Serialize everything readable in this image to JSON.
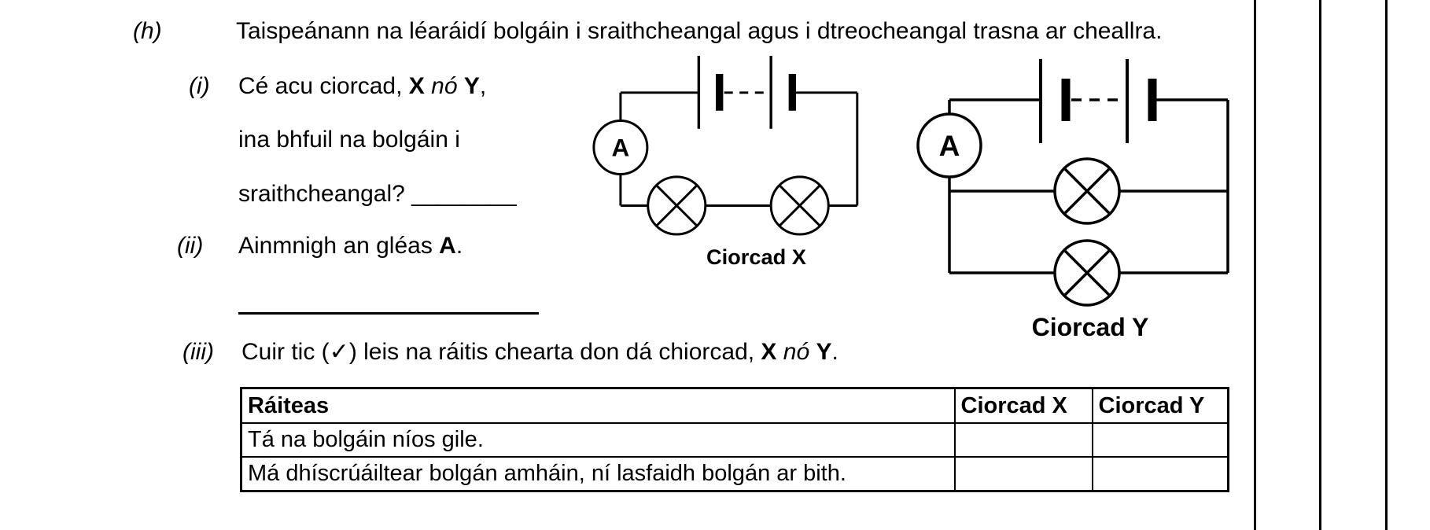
{
  "colors": {
    "ink": "#000000",
    "paper": "#ffffff"
  },
  "heading": {
    "label": "(h)",
    "text": "Taispeánann na léaráidí bolgáin i sraithcheangal agus i dtreocheangal trasna ar cheallra."
  },
  "item_i": {
    "label": "(i)",
    "l1_pre": "Cé acu ciorcad, ",
    "l1_x": "X",
    "l1_no": " nó ",
    "l1_y": "Y",
    "l1_post": ",",
    "l2": "ina bhfuil na bolgáin i",
    "l3": "sraithcheangal? ",
    "l3_blank": "________"
  },
  "item_ii": {
    "label": "(ii)",
    "pre": "Ainmnigh an gléas ",
    "device": "A",
    "post": "."
  },
  "item_iii": {
    "label": "(iii)",
    "pre": "Cuir tic (",
    "tick": "✓",
    "mid": ") leis na ráitis chearta don dá chiorcad, ",
    "x": "X",
    "no": " nó ",
    "y": "Y",
    "post": "."
  },
  "circuit_x": {
    "caption": "Ciorcad X",
    "ammeter_label": "A",
    "bulb_count": 2,
    "battery_cells": 2,
    "topology": "series"
  },
  "circuit_y": {
    "caption": "Ciorcad Y",
    "ammeter_label": "A",
    "bulb_count": 2,
    "battery_cells": 2,
    "topology": "parallel"
  },
  "table": {
    "headers": [
      "Ráiteas",
      "Ciorcad X",
      "Ciorcad Y"
    ],
    "rows": [
      {
        "statement": "Tá na bolgáin níos gile.",
        "x": "",
        "y": ""
      },
      {
        "statement": "Má dhíscrúáiltear bolgán amháin, ní lasfaidh bolgán ar bith.",
        "x": "",
        "y": ""
      }
    ]
  }
}
